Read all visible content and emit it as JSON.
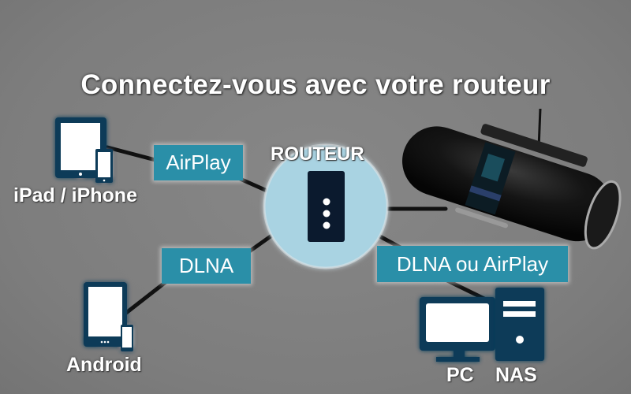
{
  "title": "Connectez-vous avec votre routeur",
  "router": {
    "label": "ROUTEUR"
  },
  "devices": {
    "ipad_iphone": "iPad / iPhone",
    "android": "Android",
    "pc": "PC",
    "nas": "NAS"
  },
  "protocols": {
    "ipad": "AirPlay",
    "android": "DLNA",
    "pc_nas": "DLNA ou AirPlay"
  },
  "colors": {
    "background": "#808080",
    "label_bg": "#2a8fa8",
    "icon_navy": "#0f3a58",
    "router_circle": "#a9d3e2",
    "router_box": "#0b1a2e"
  }
}
